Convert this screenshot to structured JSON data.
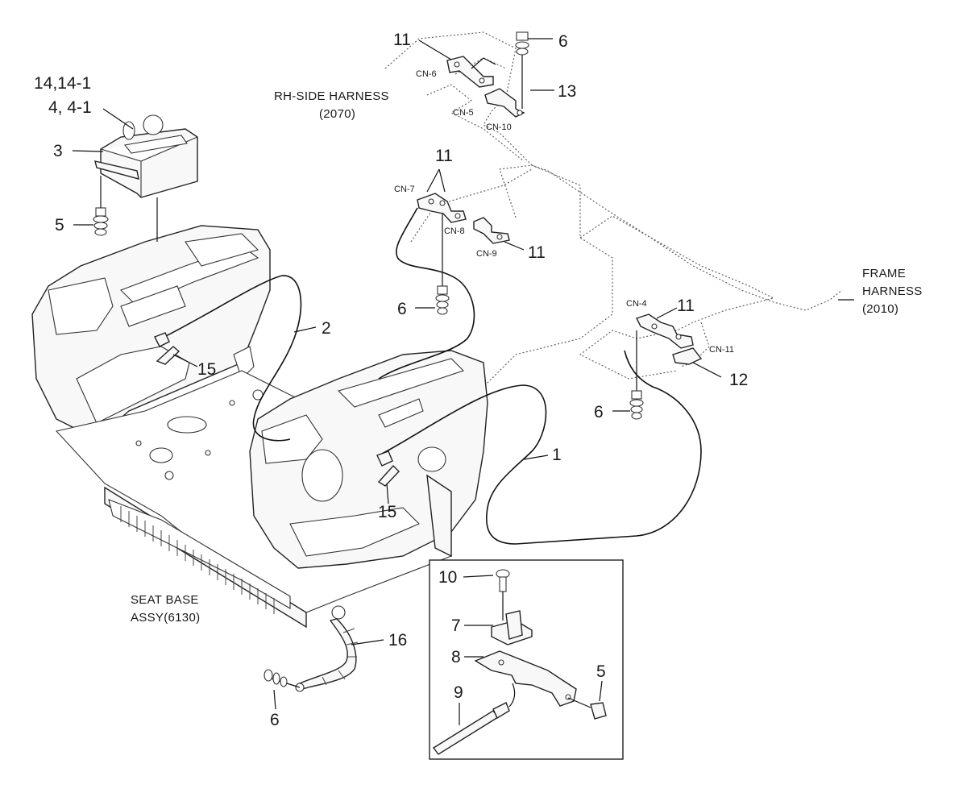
{
  "labels": {
    "l14": "14,14-1",
    "l4": "4, 4-1",
    "l3": "3",
    "l5a": "5",
    "l2": "2",
    "l15a": "15",
    "l15b": "15",
    "l1": "1",
    "l11a": "11",
    "l11b": "11",
    "l11c": "11",
    "l11d": "11",
    "l6a": "6",
    "l6b": "6",
    "l6c": "6",
    "l6d": "6",
    "l13": "13",
    "l12": "12",
    "l16": "16",
    "l10": "10",
    "l7": "7",
    "l8": "8",
    "l9": "9",
    "l5b": "5"
  },
  "connectors": {
    "cn4": "CN-4",
    "cn5": "CN-5",
    "cn6": "CN-6",
    "cn7": "CN-7",
    "cn8": "CN-8",
    "cn9": "CN-9",
    "cn10": "CN-10",
    "cn11": "CN-11"
  },
  "captions": {
    "rh_line1": "RH-SIDE HARNESS",
    "rh_line2": "(2070)",
    "frame_line1": "FRAME",
    "frame_line2": "HARNESS",
    "frame_line3": "(2010)",
    "seat_line1": "SEAT BASE",
    "seat_line2": "ASSY(6130)"
  }
}
